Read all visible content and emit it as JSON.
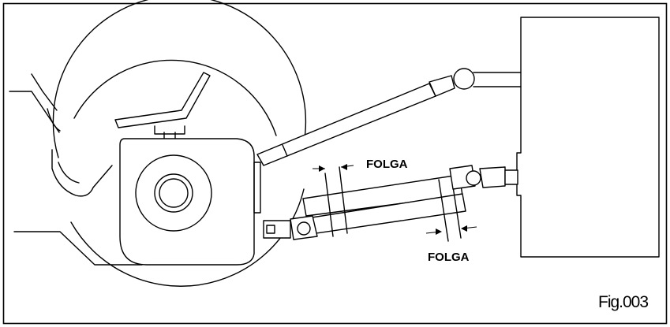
{
  "figure": {
    "labels": {
      "clearance_top": "FOLGA",
      "clearance_bottom": "FOLGA",
      "caption": "Fig.003"
    }
  }
}
